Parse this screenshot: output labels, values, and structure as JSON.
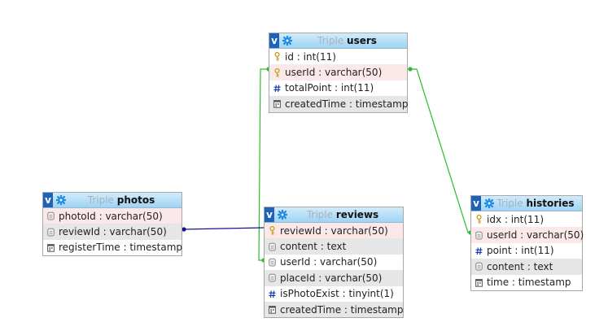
{
  "db_label": "Triple",
  "tables": [
    {
      "key": "users",
      "name": "users",
      "fields": [
        {
          "text": "id : int(11)",
          "icon": "key-icon",
          "style": "plain"
        },
        {
          "text": "userId : varchar(50)",
          "icon": "key-icon",
          "style": "pk"
        },
        {
          "text": "totalPoint : int(11)",
          "icon": "hash-icon",
          "style": "plain"
        },
        {
          "text": "createdTime : timestamp",
          "icon": "calendar-icon",
          "style": "fk"
        }
      ]
    },
    {
      "key": "photos",
      "name": "photos",
      "fields": [
        {
          "text": "photoId : varchar(50)",
          "icon": "text-field-icon",
          "style": "pk"
        },
        {
          "text": "reviewId : varchar(50)",
          "icon": "text-field-icon",
          "style": "fk"
        },
        {
          "text": "registerTime : timestamp",
          "icon": "calendar-icon",
          "style": "plain"
        }
      ]
    },
    {
      "key": "reviews",
      "name": "reviews",
      "fields": [
        {
          "text": "reviewId : varchar(50)",
          "icon": "key-icon",
          "style": "pk"
        },
        {
          "text": "content : text",
          "icon": "text-field-icon",
          "style": "fk"
        },
        {
          "text": "userId : varchar(50)",
          "icon": "text-field-icon",
          "style": "plain"
        },
        {
          "text": "placeId : varchar(50)",
          "icon": "text-field-icon",
          "style": "fk"
        },
        {
          "text": "isPhotoExist : tinyint(1)",
          "icon": "hash-icon",
          "style": "plain"
        },
        {
          "text": "createdTime : timestamp",
          "icon": "calendar-icon",
          "style": "fk"
        }
      ]
    },
    {
      "key": "histories",
      "name": "histories",
      "fields": [
        {
          "text": "idx : int(11)",
          "icon": "key-icon",
          "style": "plain"
        },
        {
          "text": "userId : varchar(50)",
          "icon": "text-field-icon",
          "style": "pk"
        },
        {
          "text": "point : int(11)",
          "icon": "hash-icon",
          "style": "plain"
        },
        {
          "text": "content : text",
          "icon": "text-field-icon",
          "style": "fk"
        },
        {
          "text": "time : timestamp",
          "icon": "calendar-icon",
          "style": "plain"
        }
      ]
    }
  ],
  "colors": {
    "header_top": "#d2ecfb",
    "header_bottom": "#9fd3f4",
    "v_badge": "#1d63b7",
    "gear": "#1d8be0",
    "pk_row": "#fbe9e9",
    "alt_row": "#e6e6e6",
    "link_green": "#2bbd2b",
    "link_navy": "#15128e",
    "key_icon": "#c9a227",
    "hash_icon": "#1b3fae"
  }
}
